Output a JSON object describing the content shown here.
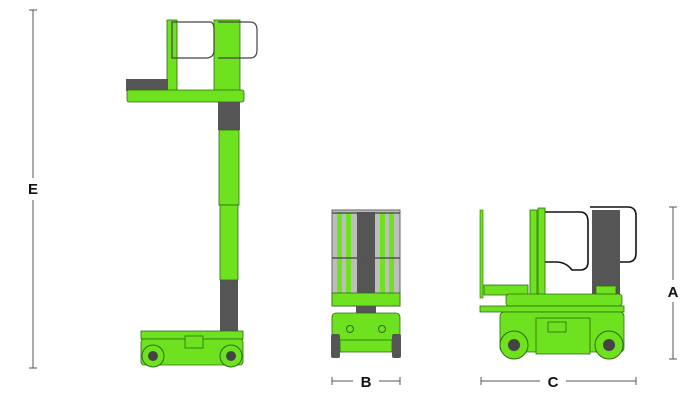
{
  "colors": {
    "green": "#6ee21e",
    "outline": "#2e6b12",
    "mast_dark": "#555555",
    "wheel": "#444444",
    "dim_line": "#555555",
    "rail": "#3a3a3a",
    "guard_gray": "#bdbdbd"
  },
  "labels": {
    "a": "A",
    "b": "B",
    "c": "C",
    "e": "E"
  }
}
